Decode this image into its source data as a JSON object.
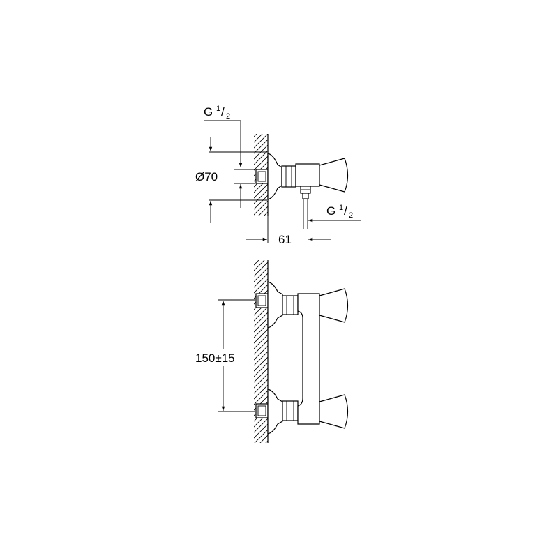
{
  "top_view": {
    "thread_top": {
      "main": "G",
      "frac_num": "1",
      "frac_den": "2"
    },
    "diameter": "Ø70",
    "thread_outlet": {
      "main": "G",
      "frac_num": "1",
      "frac_den": "2"
    },
    "projection": "61"
  },
  "front_view": {
    "spacing": "150±15"
  }
}
